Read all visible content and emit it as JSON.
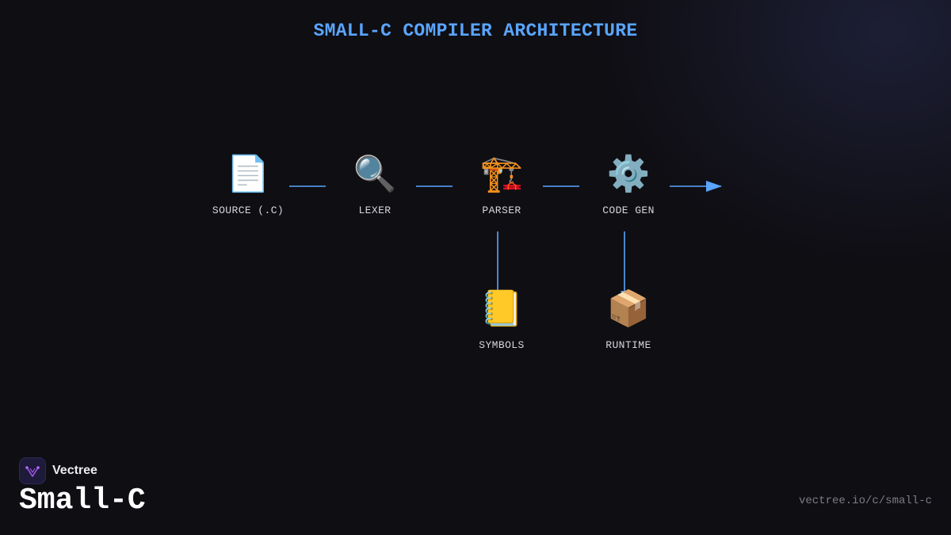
{
  "title": "SMALL-C COMPILER ARCHITECTURE",
  "nodes": {
    "source": {
      "icon": "📄",
      "icon_name": "document-icon",
      "label": "SOURCE (.C)"
    },
    "lexer": {
      "icon": "🔍",
      "icon_name": "magnifier-icon",
      "label": "LEXER"
    },
    "parser": {
      "icon": "🏗️",
      "icon_name": "crane-icon",
      "label": "PARSER"
    },
    "codegen": {
      "icon": "⚙️",
      "icon_name": "gear-icon",
      "label": "CODE GEN"
    },
    "symbols": {
      "icon": "📒",
      "icon_name": "notebook-icon",
      "label": "SYMBOLS"
    },
    "runtime": {
      "icon": "📦",
      "icon_name": "package-icon",
      "label": "RUNTIME"
    }
  },
  "edges": [
    {
      "from": "source",
      "to": "lexer"
    },
    {
      "from": "lexer",
      "to": "parser"
    },
    {
      "from": "parser",
      "to": "codegen"
    },
    {
      "from": "codegen",
      "to": ""
    },
    {
      "from": "parser",
      "to": "symbols"
    },
    {
      "from": "codegen",
      "to": "runtime"
    }
  ],
  "colors": {
    "accent": "#5aa5ff",
    "background": "#0f0e13",
    "label": "#d6d6dc",
    "brand_logo_bg": "#1d1a3a",
    "brand_logo_mark": "#a356e8"
  },
  "brand": {
    "name": "Vectree",
    "product": "Small-C",
    "url": "vectree.io/c/small-c"
  }
}
